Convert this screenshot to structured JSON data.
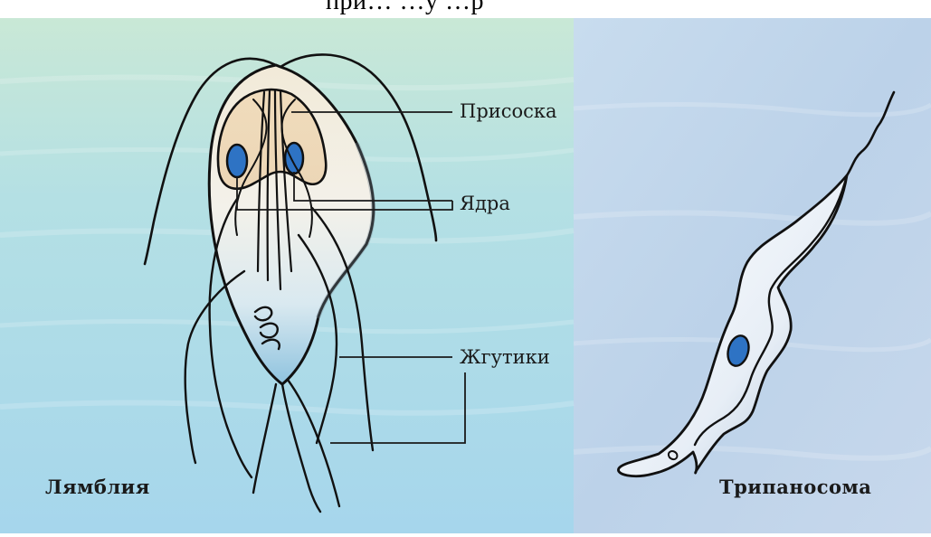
{
  "header": {
    "cropped_text": "при… …у …р"
  },
  "labels": {
    "sucker": "Присоска",
    "nuclei": "Ядра",
    "flagella": "Жгутики"
  },
  "organisms": {
    "giardia": "Лямблия",
    "trypanosoma": "Трипаносома"
  },
  "colors": {
    "left_bg_top": "#c6e6d8",
    "left_bg_bottom": "#a9d9ec",
    "right_bg": "#c3d7ea",
    "nucleus": "#2e73c4",
    "outline": "#111111"
  }
}
